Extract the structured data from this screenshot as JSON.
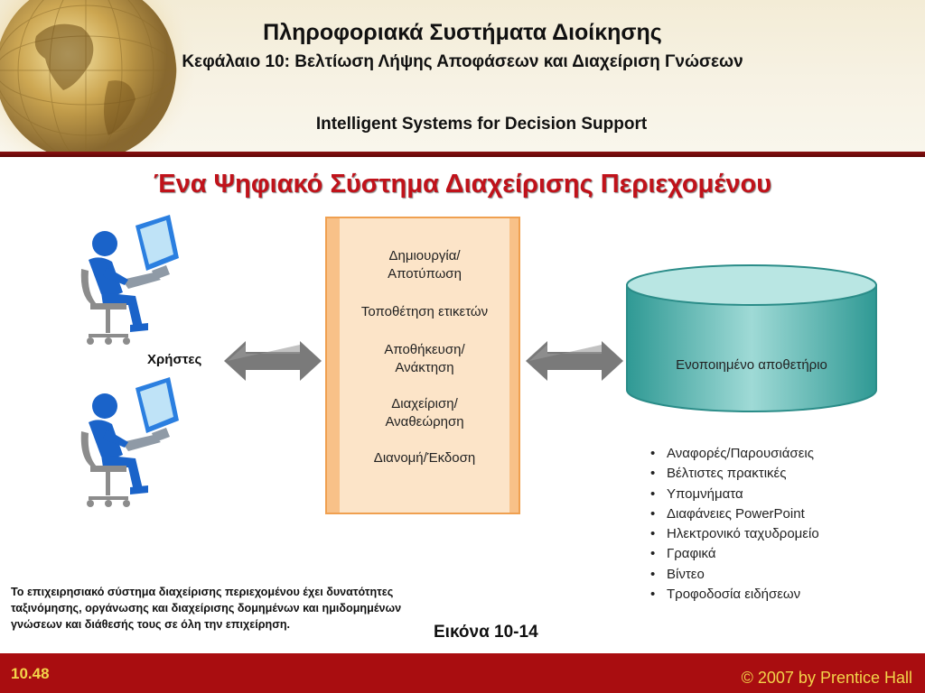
{
  "header": {
    "title": "Πληροφοριακά Συστήματα Διοίκησης",
    "subtitle": "Κεφάλαιο 10: Βελτίωση Λήψης Αποφάσεων και Διαχείριση Γνώσεων",
    "topic": "Intelligent Systems for Decision Support"
  },
  "slide_title": "Ένα Ψηφιακό Σύστημα Διαχείρισης Περιεχομένου",
  "users_label": "Χρήστες",
  "center_box": {
    "items": [
      {
        "line1": "Δημιουργία/",
        "line2": "Αποτύπωση"
      },
      {
        "line1": "Τοποθέτηση ετικετών",
        "line2": ""
      },
      {
        "line1": "Αποθήκευση/",
        "line2": "Ανάκτηση"
      },
      {
        "line1": "Διαχείριση/",
        "line2": "Αναθεώρηση"
      },
      {
        "line1": "Διανομή/Έκδοση",
        "line2": ""
      }
    ]
  },
  "repository": {
    "label": "Ενοποιημένο αποθετήριο",
    "contents": [
      "Αναφορές/Παρουσιάσεις",
      "Βέλτιστες πρακτικές",
      "Υπομνήματα",
      "Διαφάνειες PowerPoint",
      "Ηλεκτρονικό ταχυδρομείο",
      "Γραφικά",
      "Βίντεο",
      "Τροφοδοσία ειδήσεων"
    ]
  },
  "caption": "Το επιχειρησιακό σύστημα διαχείρισης περιεχομένου έχει δυνατότητες ταξινόμησης, οργάνωσης και διαχείρισης δομημένων και ημιδομημένων γνώσεων και διάθεσής τους σε όλη την επιχείρηση.",
  "figure_label": "Εικόνα 10-14",
  "footer": {
    "page_number": "10.48",
    "copyright": "© 2007 by Prentice Hall"
  },
  "colors": {
    "accent_red": "#a90d10",
    "title_red": "#c0121a",
    "box_orange": "#f8c188",
    "cylinder_teal": "#3aa6a1",
    "arrow_gray": "#7a7a7a",
    "user_blue": "#1a63c9",
    "footer_text": "#f3d44a"
  },
  "icons": [
    "globe-image",
    "user-at-computer-icon",
    "double-arrow-icon",
    "database-cylinder-icon"
  ]
}
